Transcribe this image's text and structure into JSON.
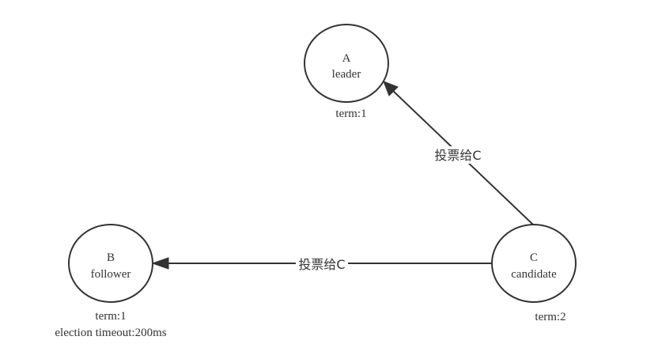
{
  "nodes": {
    "a": {
      "id": "A",
      "role": "leader"
    },
    "b": {
      "id": "B",
      "role": "follower"
    },
    "c": {
      "id": "C",
      "role": "candidate"
    }
  },
  "notes": {
    "a_term": "term:1",
    "b_term": "term:1",
    "b_timeout": "election timeout:200ms",
    "c_term": "term:2"
  },
  "edges": {
    "c_to_a": {
      "label": "投票给C"
    },
    "c_to_b": {
      "label": "投票给C"
    }
  },
  "colors": {
    "stroke": "#333333",
    "background": "#ffffff"
  }
}
